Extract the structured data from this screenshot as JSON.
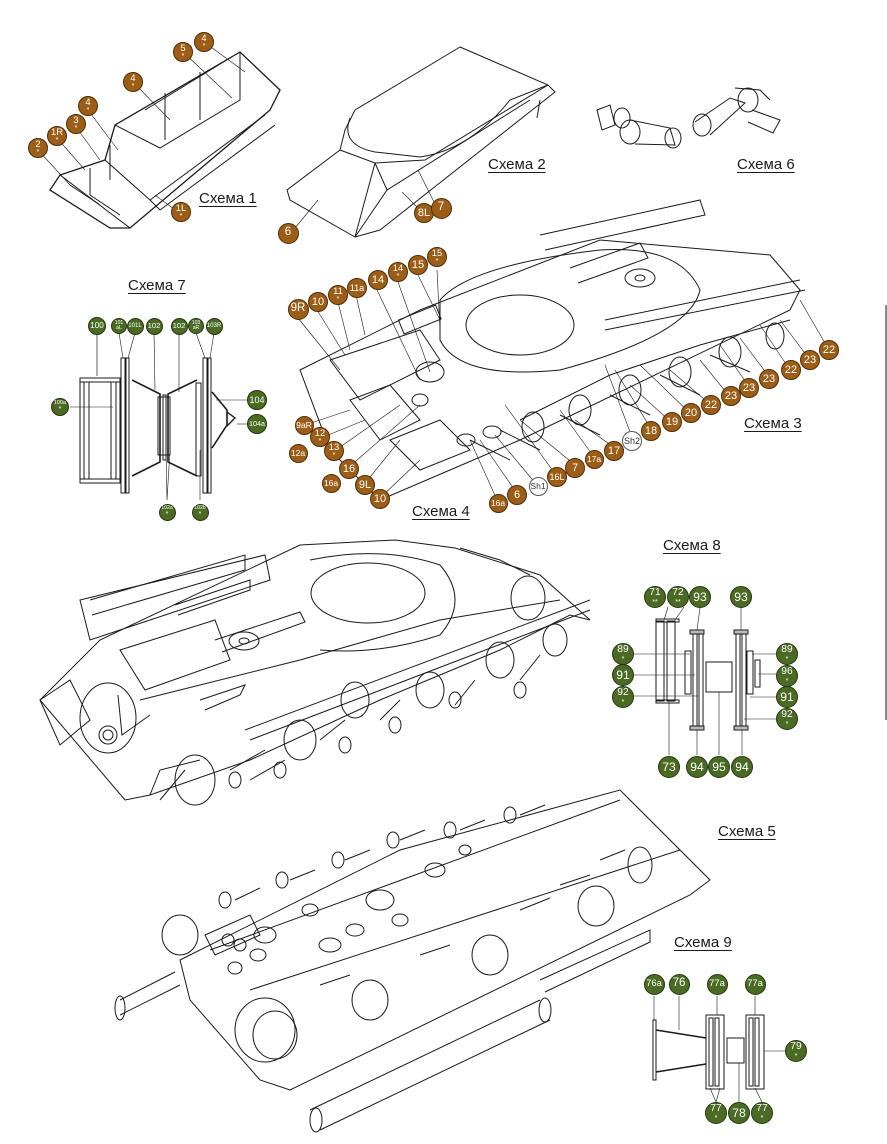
{
  "colors": {
    "brown_badge": "#9c5e16",
    "green_badge": "#4b6b24",
    "white_badge": "#ffffff",
    "line": "#1a1a1a"
  },
  "schemes": [
    {
      "id": "s1",
      "title": "Схема 1"
    },
    {
      "id": "s2",
      "title": "Схема 2"
    },
    {
      "id": "s3",
      "title": "Схема 3"
    },
    {
      "id": "s4",
      "title": "Схема 4"
    },
    {
      "id": "s5",
      "title": "Схема 5"
    },
    {
      "id": "s6",
      "title": "Схема 6"
    },
    {
      "id": "s7",
      "title": "Схема 7"
    },
    {
      "id": "s8",
      "title": "Схема 8"
    },
    {
      "id": "s9",
      "title": "Схема 9"
    }
  ],
  "scheme1_parts": [
    {
      "label": "2",
      "mark": "*"
    },
    {
      "label": "1R",
      "mark": "*"
    },
    {
      "label": "3",
      "mark": "*"
    },
    {
      "label": "4",
      "mark": "*"
    },
    {
      "label": "4",
      "mark": "*"
    },
    {
      "label": "5",
      "mark": "*"
    },
    {
      "label": "4",
      "mark": "*"
    },
    {
      "label": "1L",
      "mark": "*"
    }
  ],
  "scheme2_parts": [
    {
      "label": "6",
      "mark": ""
    },
    {
      "label": "8L",
      "mark": ""
    },
    {
      "label": "7",
      "mark": ""
    }
  ],
  "scheme3_4_parts": [
    {
      "label": "9R",
      "mark": ""
    },
    {
      "label": "10",
      "mark": ""
    },
    {
      "label": "11",
      "mark": "*"
    },
    {
      "label": "11a",
      "mark": ""
    },
    {
      "label": "14",
      "mark": ""
    },
    {
      "label": "14",
      "mark": "*"
    },
    {
      "label": "15",
      "mark": ""
    },
    {
      "label": "15",
      "mark": "*"
    },
    {
      "label": "9aR",
      "mark": ""
    },
    {
      "label": "12",
      "mark": "*"
    },
    {
      "label": "12a",
      "mark": ""
    },
    {
      "label": "13",
      "mark": "*"
    },
    {
      "label": "16",
      "mark": ""
    },
    {
      "label": "16a",
      "mark": ""
    },
    {
      "label": "9L",
      "mark": ""
    },
    {
      "label": "10",
      "mark": ""
    },
    {
      "label": "16a",
      "mark": ""
    },
    {
      "label": "6",
      "mark": ""
    },
    {
      "label": "Sh1",
      "mark": "",
      "style": "white"
    },
    {
      "label": "16L",
      "mark": ""
    },
    {
      "label": "7",
      "mark": ""
    },
    {
      "label": "17a",
      "mark": ""
    },
    {
      "label": "17",
      "mark": ""
    },
    {
      "label": "Sh2",
      "mark": "",
      "style": "white"
    },
    {
      "label": "18",
      "mark": ""
    },
    {
      "label": "19",
      "mark": ""
    },
    {
      "label": "20",
      "mark": ""
    },
    {
      "label": "22",
      "mark": ""
    },
    {
      "label": "23",
      "mark": ""
    },
    {
      "label": "23",
      "mark": ""
    },
    {
      "label": "23",
      "mark": ""
    },
    {
      "label": "22",
      "mark": ""
    },
    {
      "label": "23",
      "mark": ""
    },
    {
      "label": "22",
      "mark": ""
    }
  ],
  "scheme7_parts": [
    {
      "label": "100",
      "mark": ""
    },
    {
      "label": "101\naL",
      "mark": ""
    },
    {
      "label": "101L",
      "mark": ""
    },
    {
      "label": "102",
      "mark": ""
    },
    {
      "label": "102",
      "mark": ""
    },
    {
      "label": "103\naR",
      "mark": ""
    },
    {
      "label": "103R",
      "mark": ""
    },
    {
      "label": "100a",
      "mark": "*"
    },
    {
      "label": "104",
      "mark": ""
    },
    {
      "label": "104a",
      "mark": ""
    },
    {
      "label": "102a",
      "mark": "*"
    },
    {
      "label": "102b",
      "mark": "*"
    }
  ],
  "scheme8_parts": [
    {
      "label": "71",
      "mark": "**"
    },
    {
      "label": "72",
      "mark": "**"
    },
    {
      "label": "93",
      "mark": ""
    },
    {
      "label": "93",
      "mark": ""
    },
    {
      "label": "89",
      "mark": "*"
    },
    {
      "label": "91",
      "mark": ""
    },
    {
      "label": "92",
      "mark": "*"
    },
    {
      "label": "89",
      "mark": "*"
    },
    {
      "label": "96",
      "mark": "*"
    },
    {
      "label": "91",
      "mark": ""
    },
    {
      "label": "92",
      "mark": "*"
    },
    {
      "label": "73",
      "mark": ""
    },
    {
      "label": "94",
      "mark": ""
    },
    {
      "label": "95",
      "mark": ""
    },
    {
      "label": "94",
      "mark": ""
    }
  ],
  "scheme9_parts": [
    {
      "label": "76a",
      "mark": ""
    },
    {
      "label": "76",
      "mark": ""
    },
    {
      "label": "77a",
      "mark": ""
    },
    {
      "label": "77a",
      "mark": ""
    },
    {
      "label": "79",
      "mark": "*"
    },
    {
      "label": "77",
      "mark": "*"
    },
    {
      "label": "78",
      "mark": ""
    },
    {
      "label": "77",
      "mark": "*"
    }
  ]
}
